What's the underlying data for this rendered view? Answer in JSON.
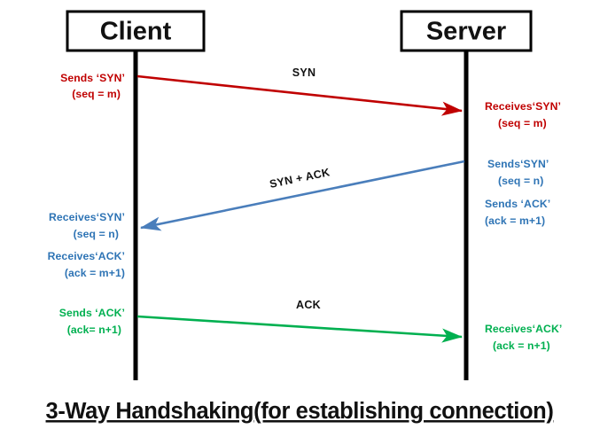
{
  "diagram": {
    "title": "3-Way Handshaking(for establishing connection)",
    "colors": {
      "red": "#c00000",
      "blue": "#2e74b5",
      "blue_line": "#4a7ebb",
      "green": "#00b050",
      "black": "#000000",
      "background": "#ffffff"
    },
    "participants": [
      {
        "id": "client",
        "label": "Client"
      },
      {
        "id": "server",
        "label": "Server"
      }
    ],
    "messages": [
      {
        "id": "msg-syn",
        "label": "SYN",
        "color": "red",
        "direction": "client-to-server"
      },
      {
        "id": "msg-syn-ack",
        "label": "SYN + ACK",
        "color": "blue",
        "direction": "server-to-client"
      },
      {
        "id": "msg-ack",
        "label": "ACK",
        "color": "green",
        "direction": "client-to-server"
      }
    ],
    "client_annotations": [
      {
        "id": "client-syn-send",
        "color": "red",
        "lines": [
          "Sends ‘SYN’",
          "(seq = m)"
        ]
      },
      {
        "id": "client-syn-recv",
        "color": "blue",
        "lines": [
          "Receives‘SYN’",
          "(seq = n)"
        ]
      },
      {
        "id": "client-ack-recv",
        "color": "blue",
        "lines": [
          "Receives‘ACK’",
          "(ack = m+1)"
        ]
      },
      {
        "id": "client-ack-send",
        "color": "green",
        "lines": [
          "Sends ‘ACK’",
          "(ack= n+1)"
        ]
      }
    ],
    "server_annotations": [
      {
        "id": "server-syn-recv",
        "color": "red",
        "lines": [
          "Receives‘SYN’",
          "(seq = m)"
        ]
      },
      {
        "id": "server-syn-send",
        "color": "blue",
        "lines": [
          "Sends‘SYN’",
          "(seq = n)"
        ]
      },
      {
        "id": "server-ack-send",
        "color": "blue",
        "lines": [
          "Sends ‘ACK’",
          "(ack = m+1)"
        ]
      },
      {
        "id": "server-ack-recv",
        "color": "green",
        "lines": [
          "Receives‘ACK’",
          "(ack = n+1)"
        ]
      }
    ]
  }
}
